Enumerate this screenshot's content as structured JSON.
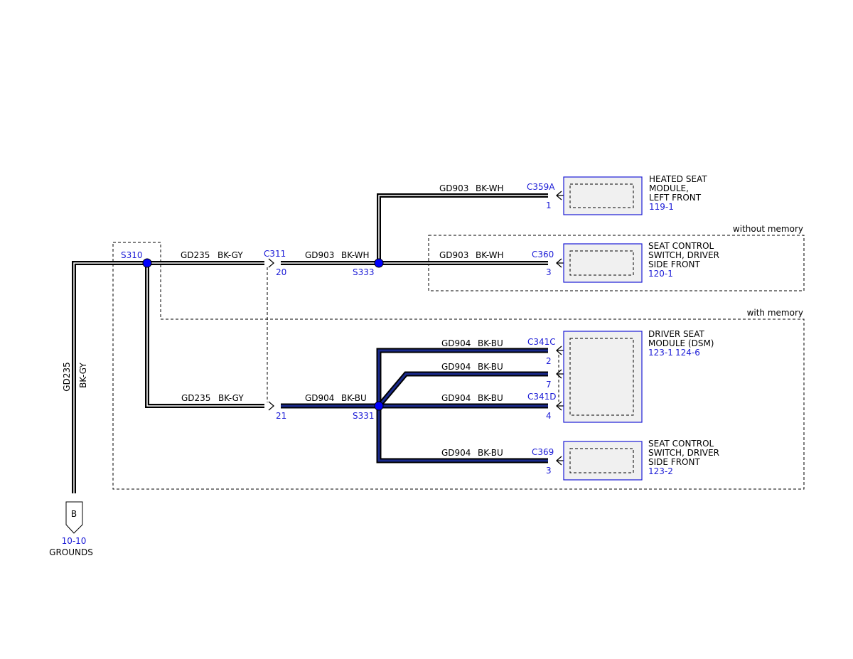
{
  "splices": {
    "s310": "S310",
    "s333": "S333",
    "s331": "S331"
  },
  "connectors": {
    "c311": "C311",
    "c311_pin_a": "20",
    "c311_pin_b": "21",
    "c359a": "C359A",
    "c359a_pin": "1",
    "c360": "C360",
    "c360_pin": "3",
    "c341c": "C341C",
    "c341c_pin": "2",
    "c341_pin_mid": "7",
    "c341d": "C341D",
    "c341d_pin": "4",
    "c369": "C369",
    "c369_pin": "3"
  },
  "wires": {
    "w_gd235_top": {
      "circuit": "GD235",
      "color": "BK-GY"
    },
    "w_gd235_bottom": {
      "circuit": "GD235",
      "color": "BK-GY"
    },
    "w_gd235_vertical": {
      "circuit": "GD235",
      "color": "BK-GY"
    },
    "w_gd903_mid": {
      "circuit": "GD903",
      "color": "BK-WH"
    },
    "w_gd903_heated": {
      "circuit": "GD903",
      "color": "BK-WH"
    },
    "w_gd903_switch": {
      "circuit": "GD903",
      "color": "BK-WH"
    },
    "w_gd904_mid": {
      "circuit": "GD904",
      "color": "BK-BU"
    },
    "w_gd904_c341c": {
      "circuit": "GD904",
      "color": "BK-BU"
    },
    "w_gd904_pin7": {
      "circuit": "GD904",
      "color": "BK-BU"
    },
    "w_gd904_c341d": {
      "circuit": "GD904",
      "color": "BK-BU"
    },
    "w_gd904_c369": {
      "circuit": "GD904",
      "color": "BK-BU"
    }
  },
  "components": {
    "heated_seat": {
      "line1": "HEATED SEAT",
      "line2": "MODULE,",
      "line3": "LEFT FRONT",
      "ref": "119-1"
    },
    "seat_switch_front": {
      "line1": "SEAT CONTROL",
      "line2": "SWITCH, DRIVER",
      "line3": "SIDE FRONT",
      "ref": "120-1"
    },
    "dsm": {
      "line1": "DRIVER SEAT",
      "line2": "MODULE (DSM)",
      "ref1": "123-1",
      "ref2": "124-6"
    },
    "seat_switch_memory": {
      "line1": "SEAT CONTROL",
      "line2": "SWITCH, DRIVER",
      "line3": "SIDE FRONT",
      "ref": "123-2"
    }
  },
  "regions": {
    "without_memory": "without memory",
    "with_memory": "with memory"
  },
  "ground": {
    "letter": "B",
    "ref": "10-10",
    "label": "GROUNDS"
  },
  "colors": {
    "reference_blue": "#1a1ad6",
    "splice_blue": "#0000ff",
    "blue_wire": "#1a2a8c",
    "black_wire": "#000000"
  }
}
